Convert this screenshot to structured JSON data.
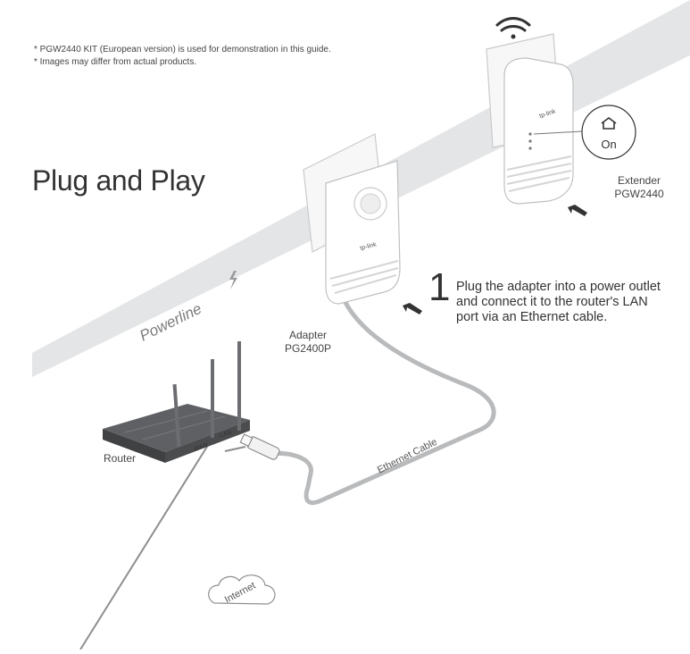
{
  "notes": {
    "line1": "* PGW2440 KIT (European version) is used for demonstration in this guide.",
    "line2": "* Images may differ from actual products."
  },
  "title": "Plug and Play",
  "band_label": "Powerline",
  "extender": {
    "name": "Extender",
    "model": "PGW2440",
    "led_state": "On",
    "brand": "tp-link"
  },
  "adapter": {
    "name": "Adapter",
    "model": "PG2400P",
    "brand": "tp-link"
  },
  "router": {
    "name": "Router",
    "port_wan": "WAN",
    "port_lan": "LAN"
  },
  "cable_label": "Ethernet Cable",
  "cloud_label": "Internet",
  "step": {
    "number": "1",
    "line1": "Plug the adapter into a power outlet",
    "line2": "and connect it to the router's LAN",
    "line3": "port via an Ethernet cable."
  },
  "colors": {
    "band": "#e4e5e6",
    "device_fill": "#ffffff",
    "device_stroke": "#bfc0c2",
    "router_dark": "#5e6063",
    "cable": "#b9babc",
    "text": "#333333"
  }
}
